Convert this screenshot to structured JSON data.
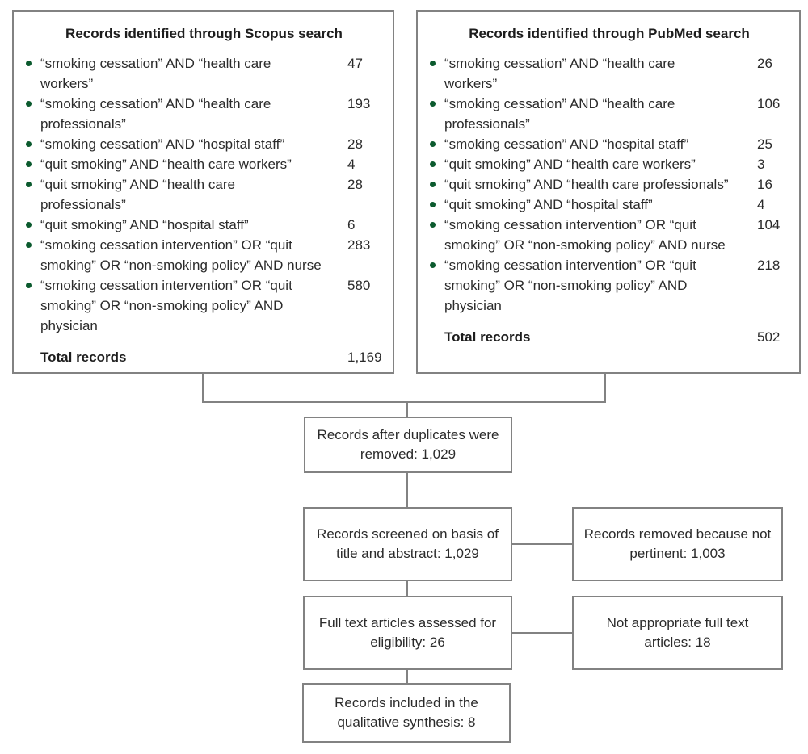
{
  "colors": {
    "box_border": "#828282",
    "connector_line": "#828282",
    "body_text": "#2b2b2b",
    "bullet_green": "#0b5a2e"
  },
  "scopus": {
    "title": "Records identified through Scopus search",
    "items": [
      {
        "text": "“smoking cessation” AND “health care\nworkers”",
        "count": "47"
      },
      {
        "text": "“smoking cessation” AND “health care\nprofessionals”",
        "count": "193"
      },
      {
        "text": "“smoking cessation” AND “hospital staff”",
        "count": "28"
      },
      {
        "text": "“quit smoking” AND “health care workers”",
        "count": "4"
      },
      {
        "text": "“quit smoking” AND “health care\nprofessionals”",
        "count": "28"
      },
      {
        "text": "“quit smoking” AND “hospital staff”",
        "count": "6"
      },
      {
        "text": "“smoking cessation intervention” OR “quit\nsmoking” OR “non-smoking policy” AND nurse",
        "count": "283"
      },
      {
        "text": "“smoking cessation intervention” OR “quit\nsmoking” OR “non-smoking policy” AND\nphysician",
        "count": "580"
      }
    ],
    "total_label": "Total records",
    "total_count": "1,169"
  },
  "pubmed": {
    "title": "Records identified through PubMed search",
    "items": [
      {
        "text": "“smoking cessation” AND “health care\nworkers”",
        "count": "26"
      },
      {
        "text": "“smoking cessation” AND “health care\nprofessionals”",
        "count": "106"
      },
      {
        "text": "“smoking cessation” AND “hospital staff”",
        "count": "25"
      },
      {
        "text": "“quit smoking” AND “health care workers”",
        "count": "3"
      },
      {
        "text": "“quit smoking” AND “health care professionals”",
        "count": "16"
      },
      {
        "text": "“quit smoking” AND “hospital staff”",
        "count": "4"
      },
      {
        "text": "“smoking cessation intervention” OR “quit\nsmoking” OR “non-smoking policy” AND nurse",
        "count": "104"
      },
      {
        "text": "“smoking cessation intervention” OR “quit\nsmoking” OR “non-smoking policy” AND\nphysician",
        "count": "218"
      }
    ],
    "total_label": "Total records",
    "total_count": "502"
  },
  "flow": {
    "duplicates": "Records after duplicates were\nremoved: 1,029",
    "screened": "Records screened on basis of\ntitle and abstract: 1,029",
    "not_pertinent": "Records removed because not\npertinent: 1,003",
    "full_text": "Full text articles assessed for\neligibility: 26",
    "not_appropriate": "Not appropriate full text\narticles: 18",
    "included": "Records included in the\nqualitative synthesis: 8"
  }
}
